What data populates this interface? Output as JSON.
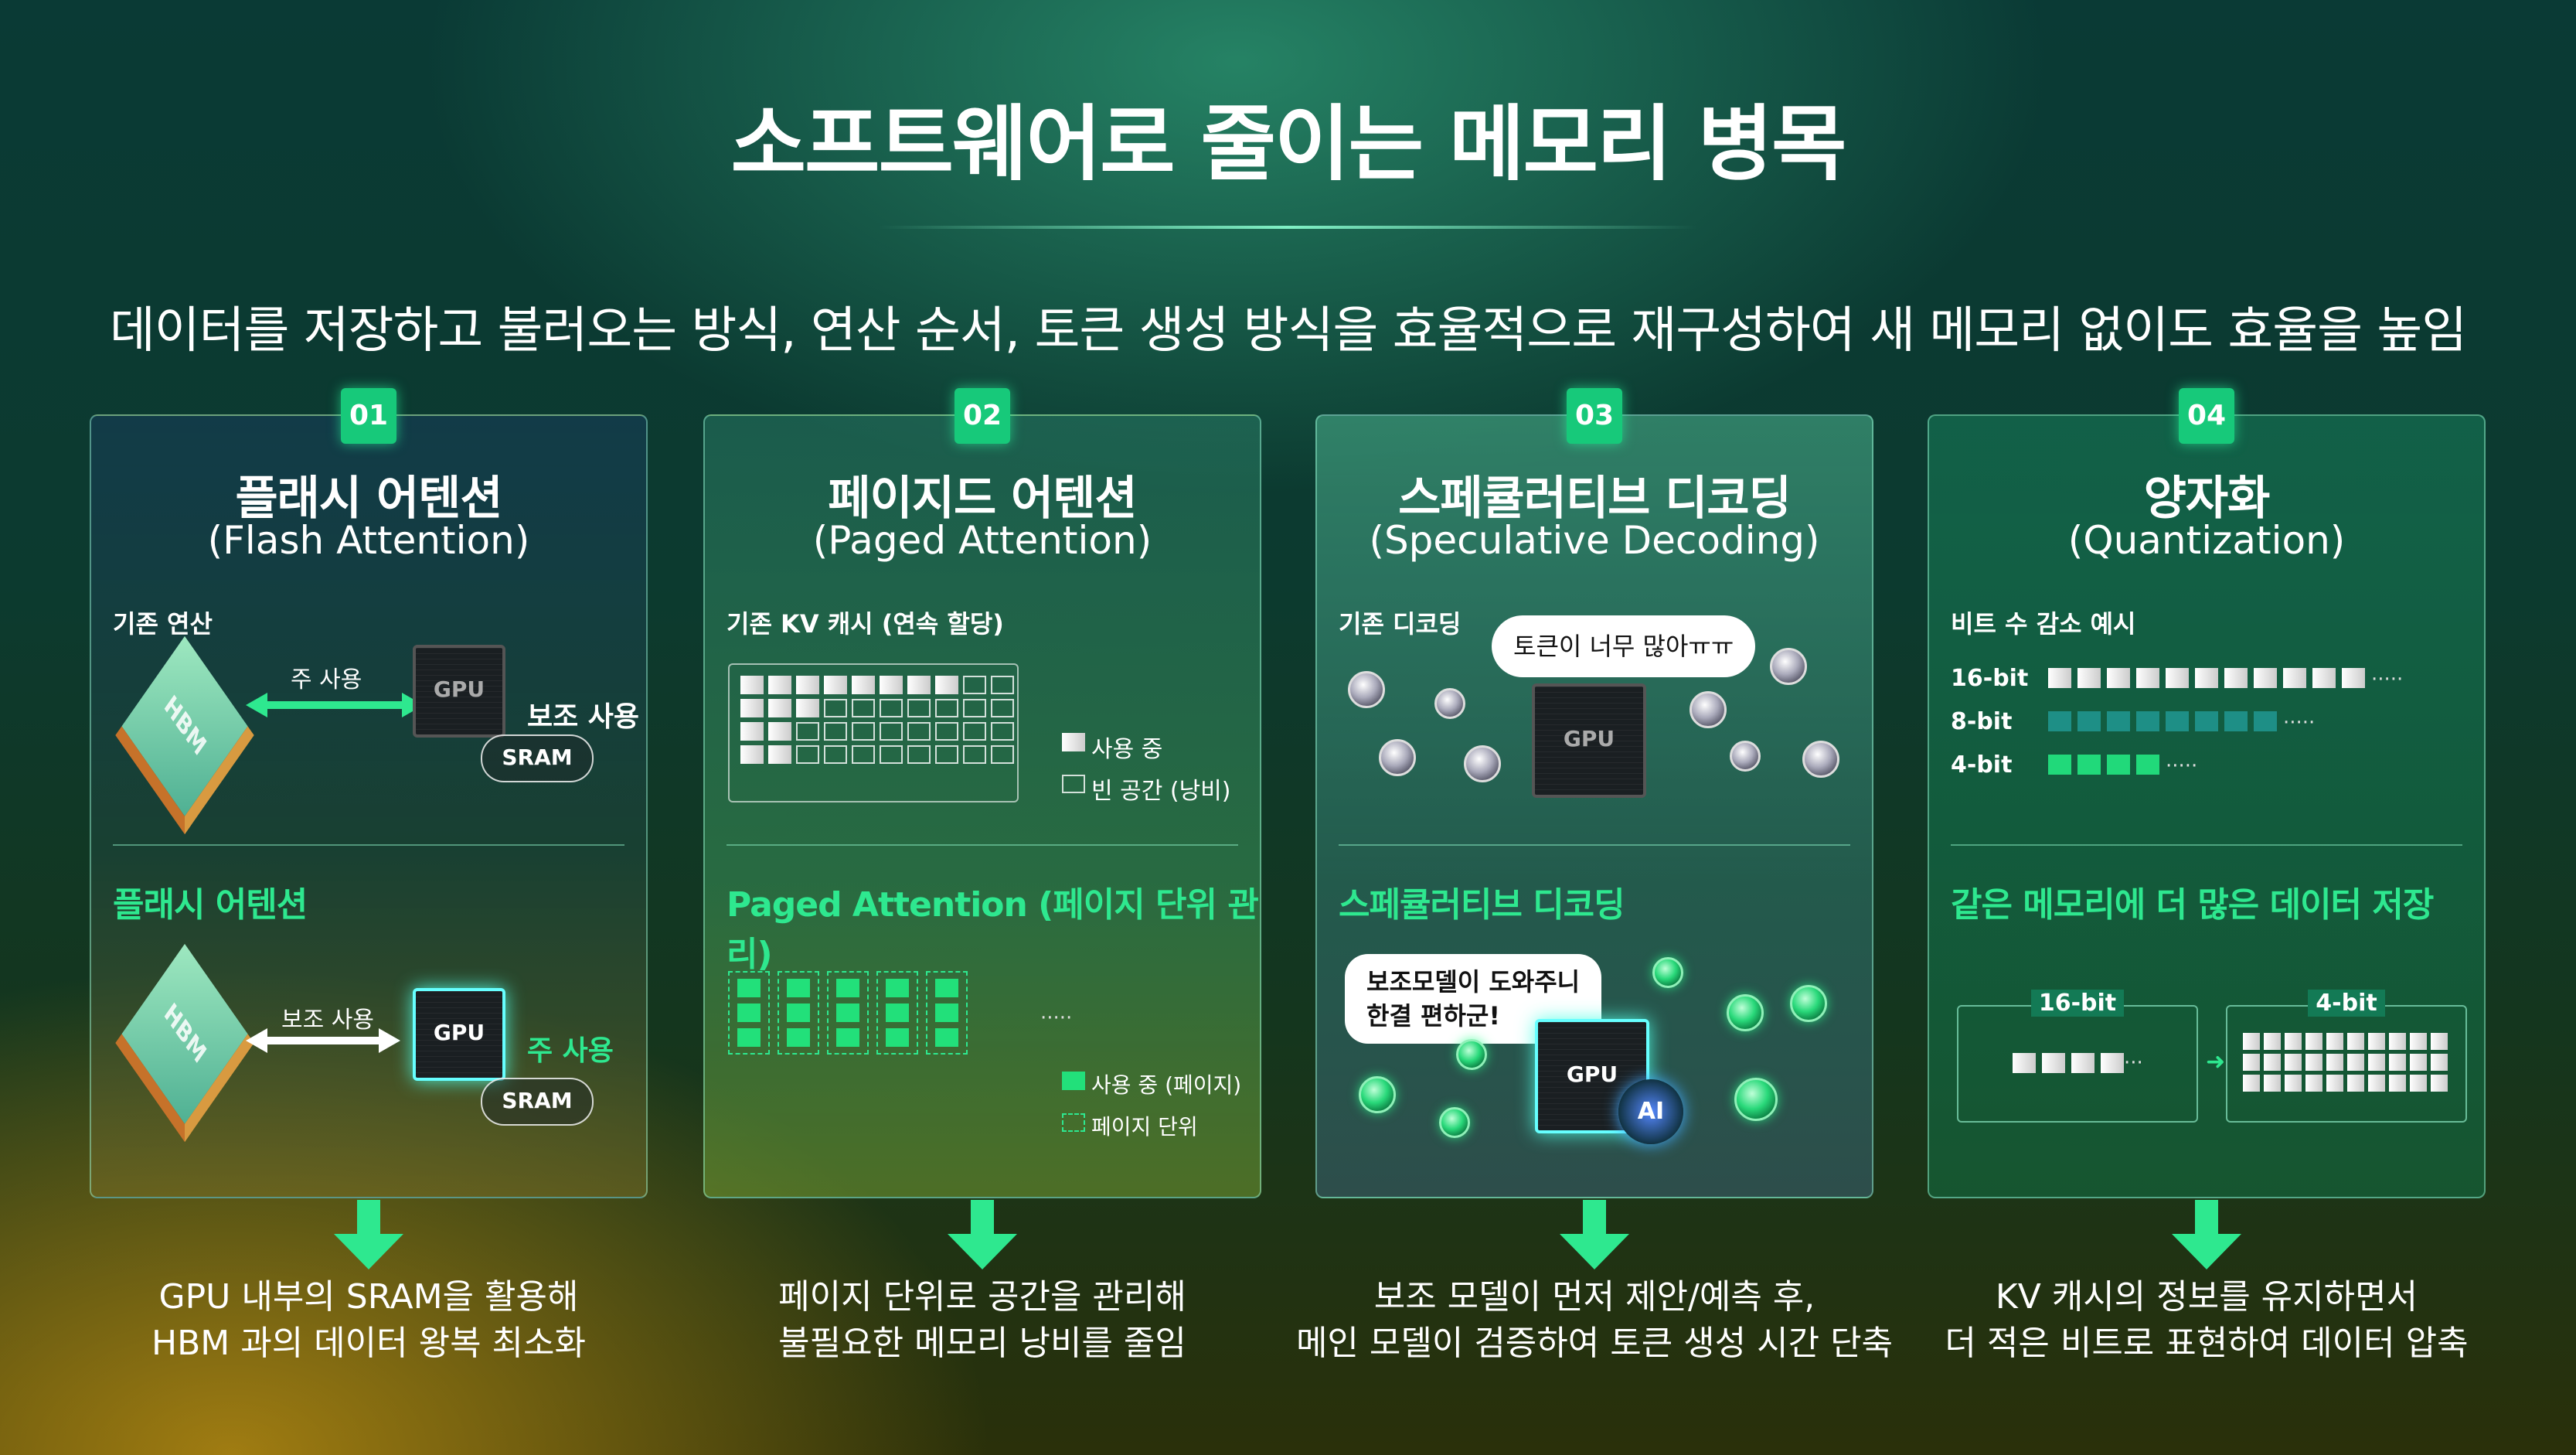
{
  "title": "소프트웨어로 줄이는 메모리 병목",
  "subtitle": "데이터를 저장하고 불러오는 방식, 연산 순서, 토큰 생성 방식을 효율적으로 재구성하여 새 메모리 없이도 효율을 높임",
  "cards": [
    {
      "num": "01",
      "title": "플래시 어텐션",
      "subtitle": "(Flash Attention)",
      "top_label": "기존 연산",
      "hbm": "HBM",
      "gpu": "GPU",
      "sram": "SRAM",
      "main_use": "주 사용",
      "sub_use": "보조 사용",
      "section": "플래시 어텐션",
      "caption": [
        "GPU 내부의 SRAM을 활용해",
        "HBM 과의 데이터 왕복 최소화"
      ]
    },
    {
      "num": "02",
      "title": "페이지드 어텐션",
      "subtitle": "(Paged Attention)",
      "top_label": "기존 KV 캐시 (연속 할당)",
      "legend_used": "사용 중",
      "legend_empty": "빈 공간 (낭비)",
      "section": "Paged Attention (페이지 단위 관리)",
      "legend_page_used": "사용 중 (페이지)",
      "legend_page_unit": "페이지 단위",
      "caption": [
        "페이지 단위로 공간을 관리해",
        "불필요한 메모리 낭비를 줄임"
      ]
    },
    {
      "num": "03",
      "title": "스페큘러티브 디코딩",
      "subtitle": "(Speculative Decoding)",
      "top_label": "기존 디코딩",
      "bubble1": "토큰이 너무 많아ㅠㅠ",
      "gpu": "GPU",
      "section": "스페큘러티브 디코딩",
      "bubble2_line1": "보조모델이 도와주니",
      "bubble2_line2": "한결 편하군!",
      "ai": "AI",
      "caption": [
        "보조 모델이 먼저 제안/예측 후,",
        "메인 모델이 검증하여 토큰 생성 시간 단축"
      ]
    },
    {
      "num": "04",
      "title": "양자화",
      "subtitle": "(Quantization)",
      "top_label": "비트 수 감소 예시",
      "rows": [
        {
          "label": "16-bit",
          "count": 11
        },
        {
          "label": "8-bit",
          "count": 8
        },
        {
          "label": "4-bit",
          "count": 4
        }
      ],
      "section": "같은 메모리에 더 많은 데이터 저장",
      "box_left": "16-bit",
      "box_right": "4-bit",
      "caption": [
        "KV 캐시의 정보를 유지하면서",
        "더 적은 비트로 표현하여 데이터 압축"
      ]
    }
  ],
  "colors": {
    "accent": "#2ee88f",
    "badge": "#17c97a"
  }
}
